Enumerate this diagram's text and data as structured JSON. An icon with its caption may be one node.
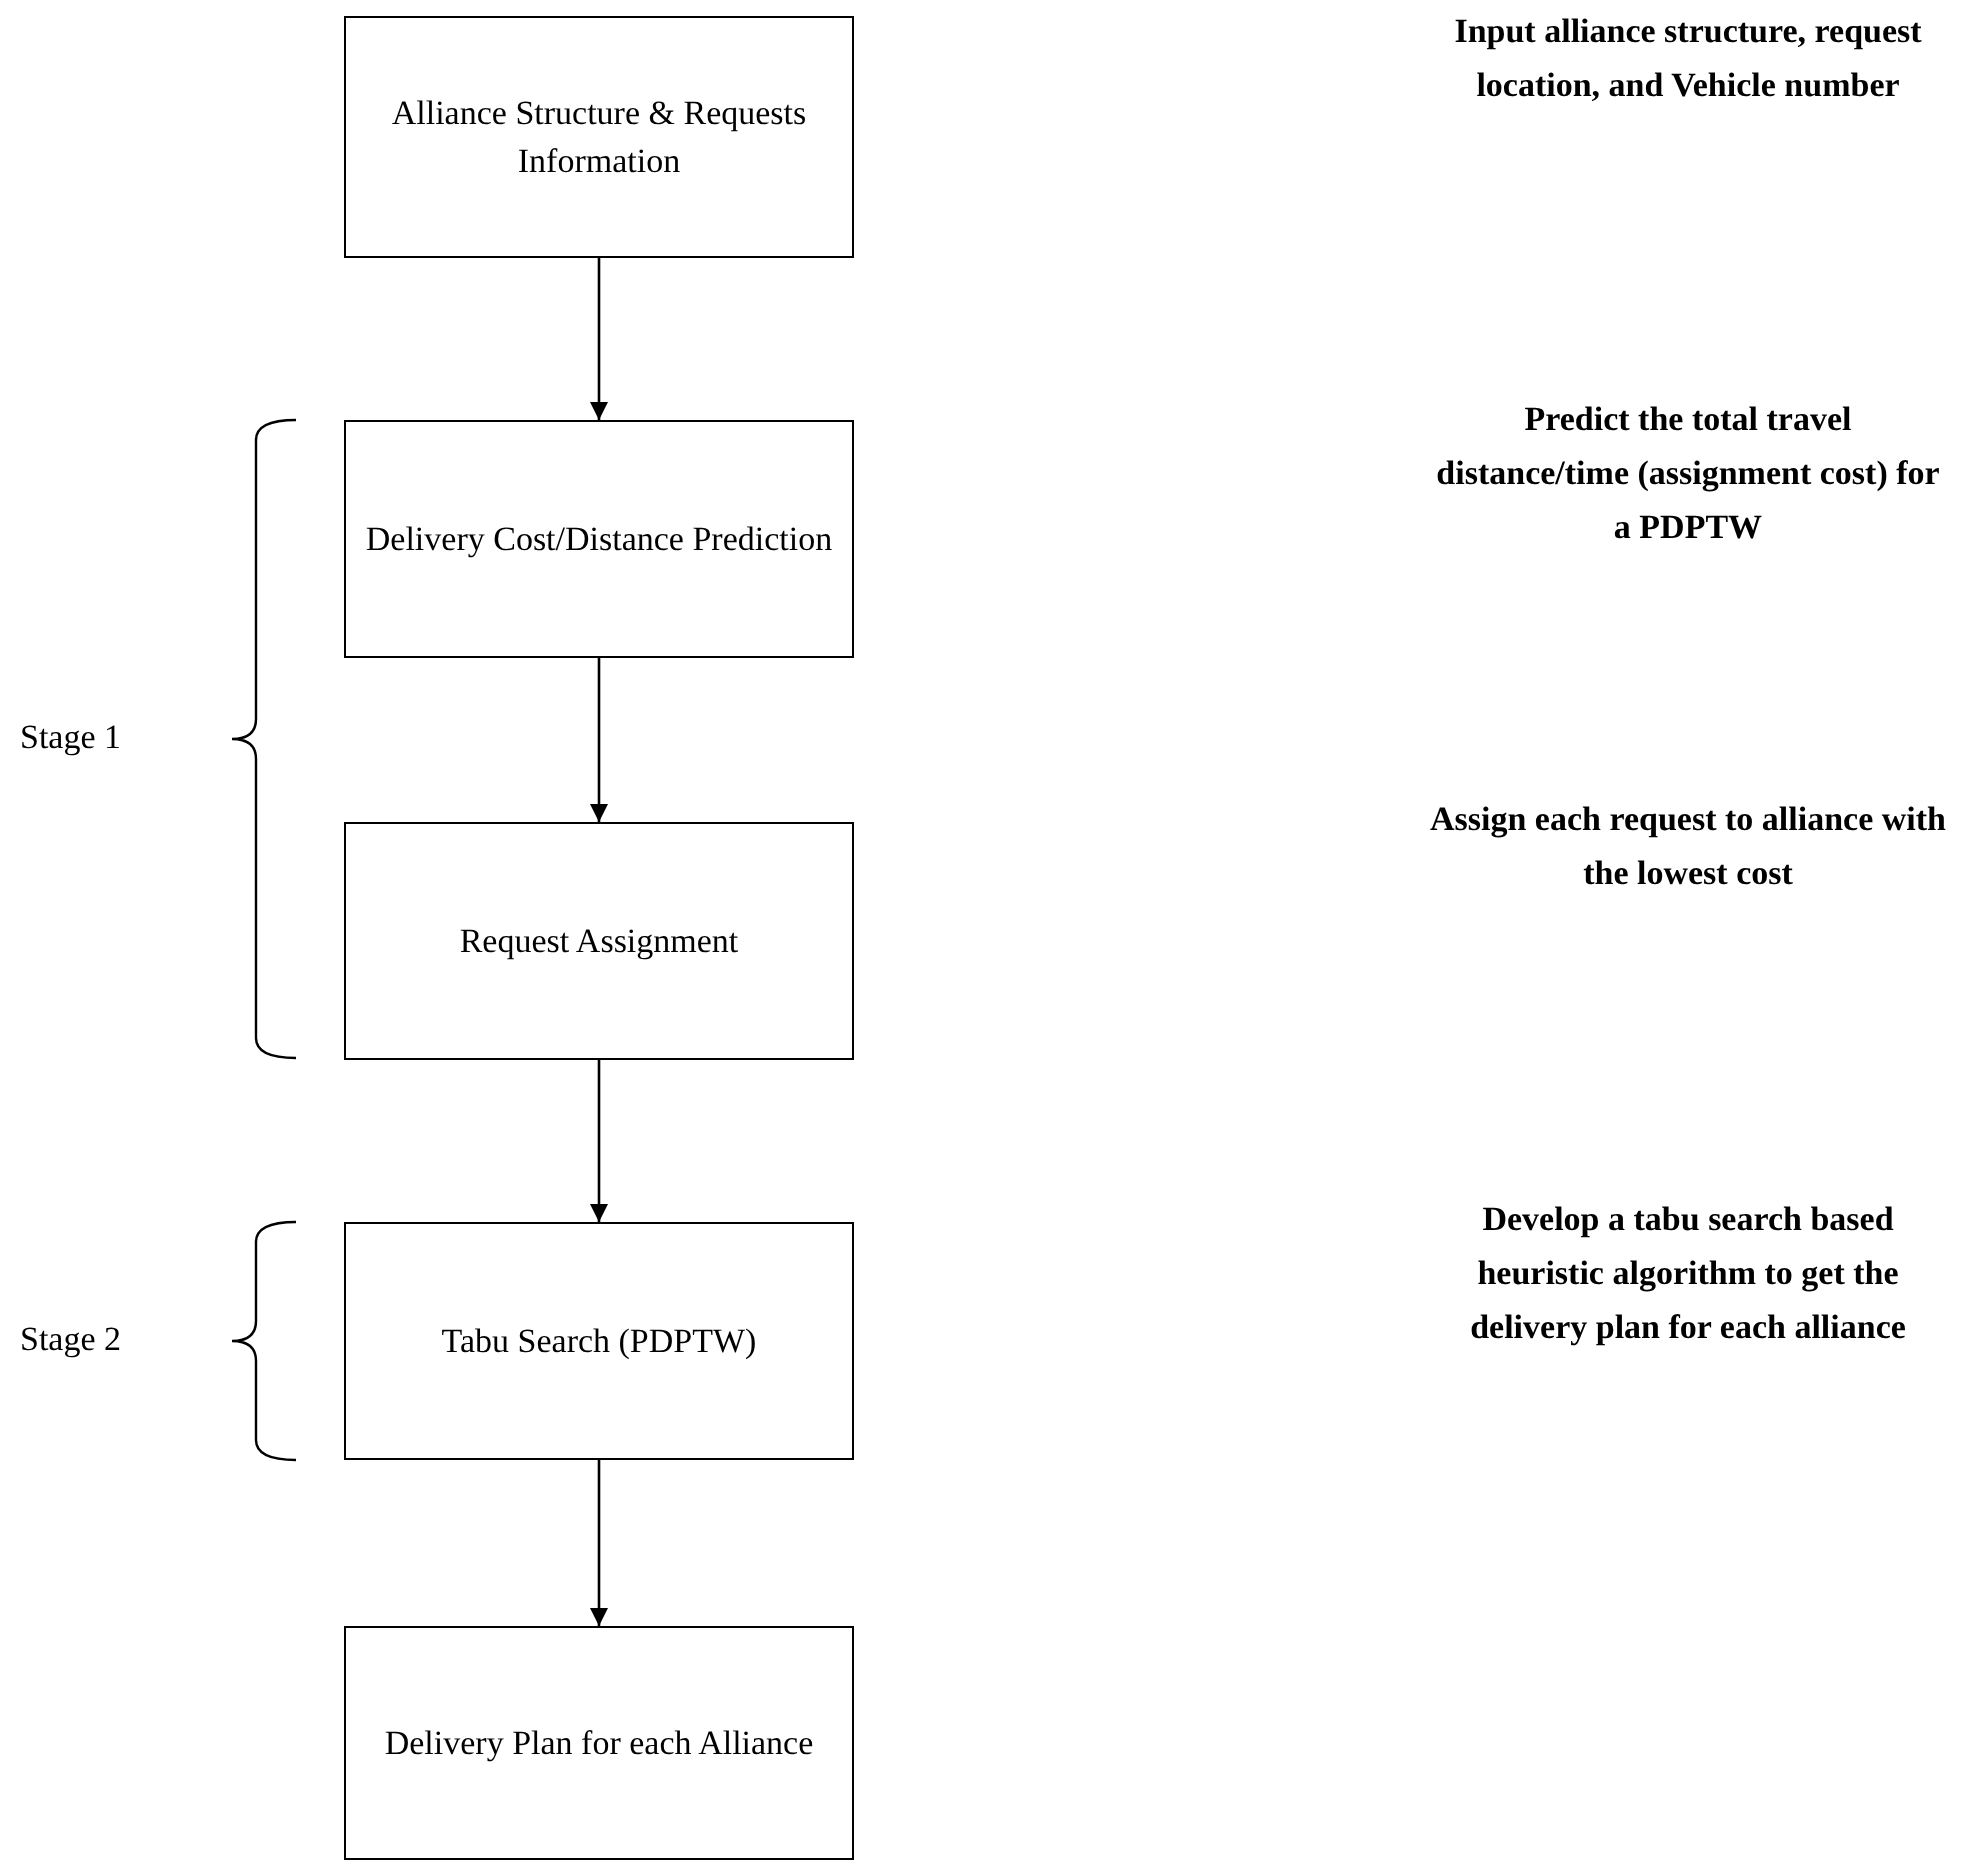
{
  "diagram": {
    "nodes": [
      {
        "text": [
          "Alliance Structure & Requests Information"
        ]
      },
      {
        "text": [
          "Delivery Cost/Distance Prediction"
        ]
      },
      {
        "text": [
          "Request Assignment"
        ]
      },
      {
        "text": [
          "Tabu Search (PDPTW)"
        ]
      },
      {
        "text": [
          "Delivery Plan for each Alliance"
        ]
      }
    ],
    "edges": [
      {
        "from": 0,
        "to": 1,
        "arrow": "to"
      },
      {
        "from": 1,
        "to": 2,
        "arrow": "to"
      },
      {
        "from": 2,
        "to": 3,
        "arrow": "to"
      },
      {
        "from": 3,
        "to": 4,
        "arrow": "to"
      }
    ],
    "labels": [
      "Input alliance structure, request location, and Vehicle number",
      "Predict the total travel distance/time (assignment cost) for a PDPTW",
      "Stage 1",
      "Assign each request to alliance with the lowest cost",
      "Develop a tabu search based heuristic algorithm to get the delivery plan for each alliance",
      "Stage 2"
    ]
  }
}
